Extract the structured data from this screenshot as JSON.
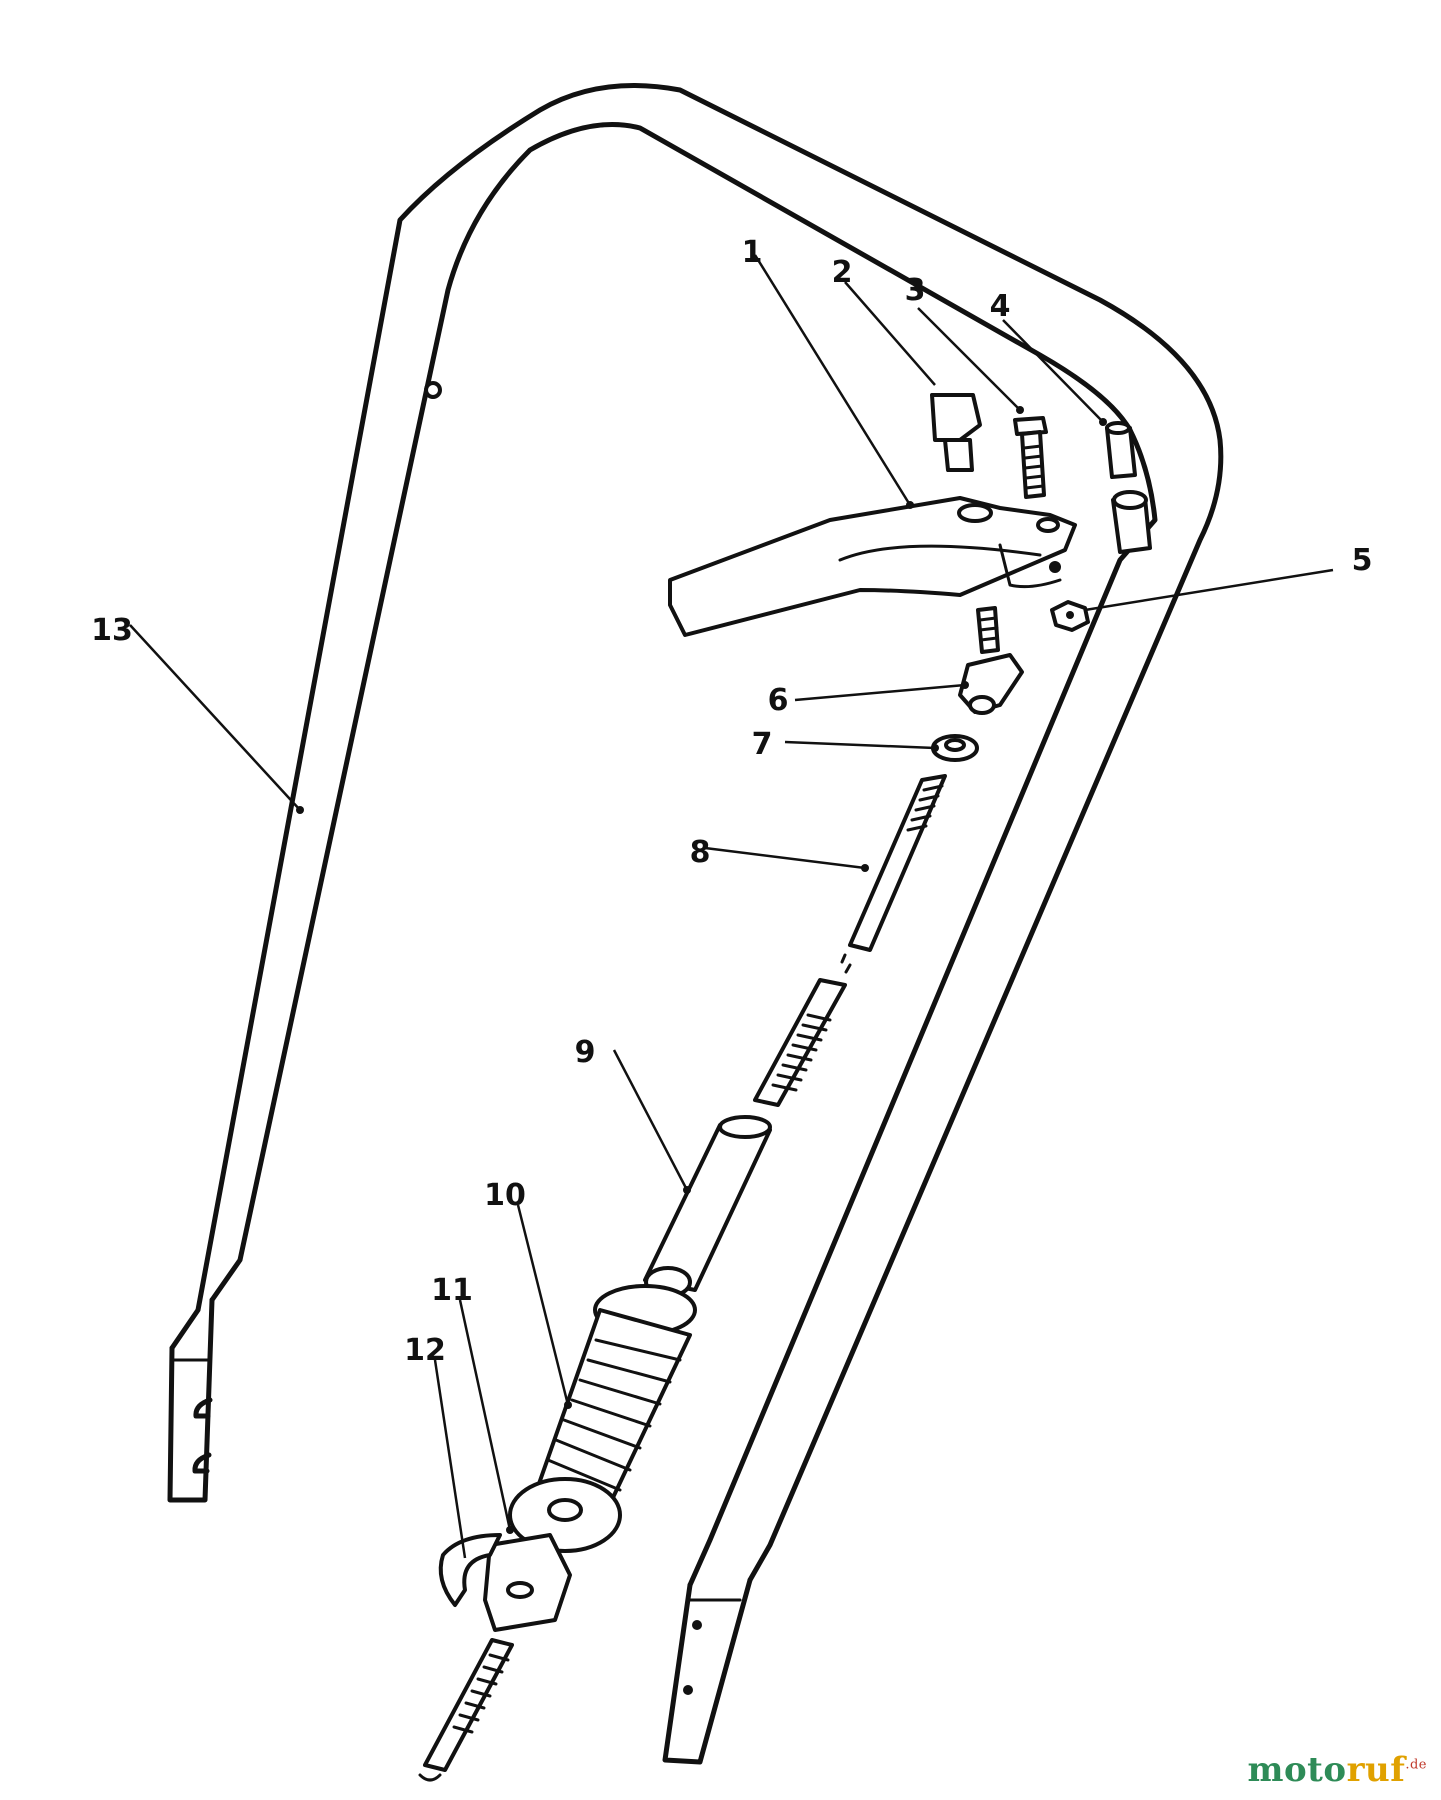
{
  "diagram": {
    "callouts": [
      {
        "id": "1",
        "label": "1"
      },
      {
        "id": "2",
        "label": "2"
      },
      {
        "id": "3",
        "label": "3"
      },
      {
        "id": "4",
        "label": "4"
      },
      {
        "id": "5",
        "label": "5"
      },
      {
        "id": "6",
        "label": "6"
      },
      {
        "id": "7",
        "label": "7"
      },
      {
        "id": "8",
        "label": "8"
      },
      {
        "id": "9",
        "label": "9"
      },
      {
        "id": "10",
        "label": "10"
      },
      {
        "id": "11",
        "label": "11"
      },
      {
        "id": "12",
        "label": "12"
      },
      {
        "id": "13",
        "label": "13"
      }
    ]
  },
  "watermark": {
    "part_a": "moto",
    "part_b": "ruf",
    "part_c": ".de"
  },
  "colors": {
    "ink": "#111111",
    "background": "#ffffff",
    "watermark_green": "#2e8b57",
    "watermark_orange": "#e0a100",
    "watermark_red": "#c0392b"
  }
}
